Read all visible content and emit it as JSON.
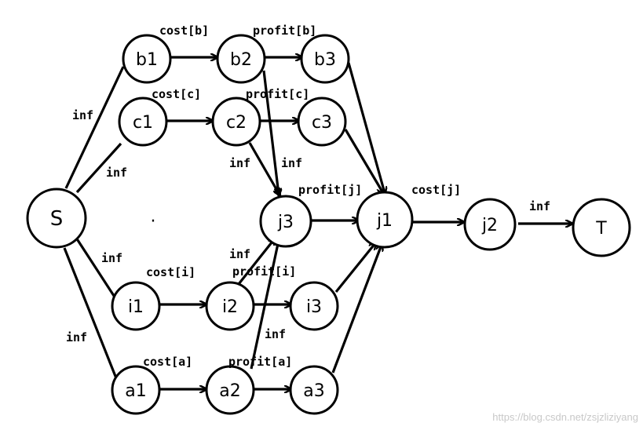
{
  "diagram": {
    "nodes": {
      "S": "S",
      "b1": "b1",
      "b2": "b2",
      "b3": "b3",
      "c1": "c1",
      "c2": "c2",
      "c3": "c3",
      "i1": "i1",
      "i2": "i2",
      "i3": "i3",
      "a1": "a1",
      "a2": "a2",
      "a3": "a3",
      "j3": "j3",
      "j1": "j1",
      "j2": "j2",
      "T": "T",
      "dot": "·"
    },
    "edge_labels": {
      "cost_b": "cost[b]",
      "profit_b": "profit[b]",
      "cost_c": "cost[c]",
      "profit_c": "profit[c]",
      "profit_j": "profit[j]",
      "cost_j": "cost[j]",
      "cost_i": "cost[i]",
      "profit_i": "profit[i]",
      "cost_a": "cost[a]",
      "profit_a": "profit[a]",
      "inf_s_b": "inf",
      "inf_s_c": "inf",
      "inf_s_i": "inf",
      "inf_s_a": "inf",
      "inf_c2_j3": "inf",
      "inf_b2_j3": "inf",
      "inf_i2_j3": "inf",
      "inf_a2_j3": "inf",
      "inf_j2_t": "inf"
    },
    "watermark": "https://blog.csdn.net/zsjzliziyang"
  }
}
